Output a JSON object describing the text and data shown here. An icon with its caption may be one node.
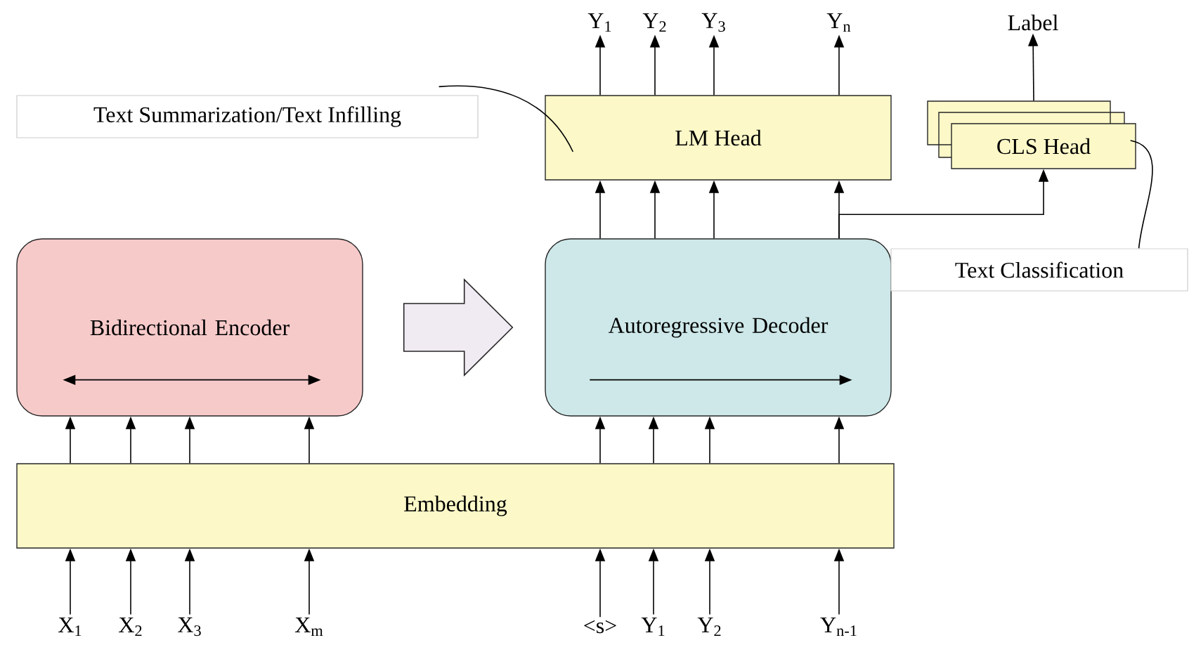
{
  "diagram": {
    "nodes": [
      {
        "text": [
          "LM Head"
        ]
      },
      {
        "text": [
          "CLS Head"
        ]
      },
      {
        "text": [
          "Bidirectional Encoder"
        ]
      },
      {
        "text": [
          "Autoregressive Decoder"
        ]
      },
      {
        "text": [
          "Embedding"
        ]
      },
      {
        "text": [
          "Text Summarization/Text Infilling"
        ]
      },
      {
        "text": [
          "Text Classification"
        ]
      },
      {
        "text": [
          "Y$_{1}$"
        ]
      },
      {
        "text": [
          "Y$_{2}$"
        ]
      },
      {
        "text": [
          "Y$_{3}$"
        ]
      },
      {
        "text": [
          "Y$_{n}$"
        ]
      },
      {
        "text": [
          "Label"
        ]
      },
      {
        "text": [
          "X$_{1}$"
        ]
      },
      {
        "text": [
          "X$_{2}$"
        ]
      },
      {
        "text": [
          "X$_{3}$"
        ]
      },
      {
        "text": [
          "X$_{m}$"
        ]
      },
      {
        "text": [
          "<s>"
        ]
      },
      {
        "text": [
          "Y$_{1}$"
        ]
      },
      {
        "text": [
          "Y$_{2}$"
        ]
      },
      {
        "text": [
          "Y$_{n-1}$"
        ]
      }
    ],
    "edges": [
      {
        "from": 12,
        "to": 4,
        "arrow": "to"
      },
      {
        "from": 13,
        "to": 4,
        "arrow": "to"
      },
      {
        "from": 14,
        "to": 4,
        "arrow": "to"
      },
      {
        "from": 15,
        "to": 4,
        "arrow": "to"
      },
      {
        "from": 16,
        "to": 4,
        "arrow": "to"
      },
      {
        "from": 17,
        "to": 4,
        "arrow": "to"
      },
      {
        "from": 18,
        "to": 4,
        "arrow": "to"
      },
      {
        "from": 19,
        "to": 4,
        "arrow": "to"
      },
      {
        "from": 4,
        "to": 2,
        "arrow": "to"
      },
      {
        "from": 4,
        "to": 2,
        "arrow": "to"
      },
      {
        "from": 4,
        "to": 2,
        "arrow": "to"
      },
      {
        "from": 4,
        "to": 2,
        "arrow": "to"
      },
      {
        "from": 4,
        "to": 3,
        "arrow": "to"
      },
      {
        "from": 4,
        "to": 3,
        "arrow": "to"
      },
      {
        "from": 4,
        "to": 3,
        "arrow": "to"
      },
      {
        "from": 4,
        "to": 3,
        "arrow": "to"
      },
      {
        "from": 3,
        "to": 0,
        "arrow": "to"
      },
      {
        "from": 3,
        "to": 0,
        "arrow": "to"
      },
      {
        "from": 3,
        "to": 0,
        "arrow": "to"
      },
      {
        "from": 3,
        "to": 0,
        "arrow": "to"
      },
      {
        "from": 3,
        "to": 1,
        "arrow": "to"
      },
      {
        "from": 0,
        "to": 7,
        "arrow": "to"
      },
      {
        "from": 0,
        "to": 8,
        "arrow": "to"
      },
      {
        "from": 0,
        "to": 9,
        "arrow": "to"
      },
      {
        "from": 0,
        "to": 10,
        "arrow": "to"
      },
      {
        "from": 1,
        "to": 11,
        "arrow": "to"
      },
      {
        "from": 2,
        "to": 3,
        "arrow": "to"
      },
      {
        "from": 5,
        "to": 0,
        "arrow": "none"
      },
      {
        "from": 6,
        "to": 1,
        "arrow": "none"
      }
    ]
  }
}
